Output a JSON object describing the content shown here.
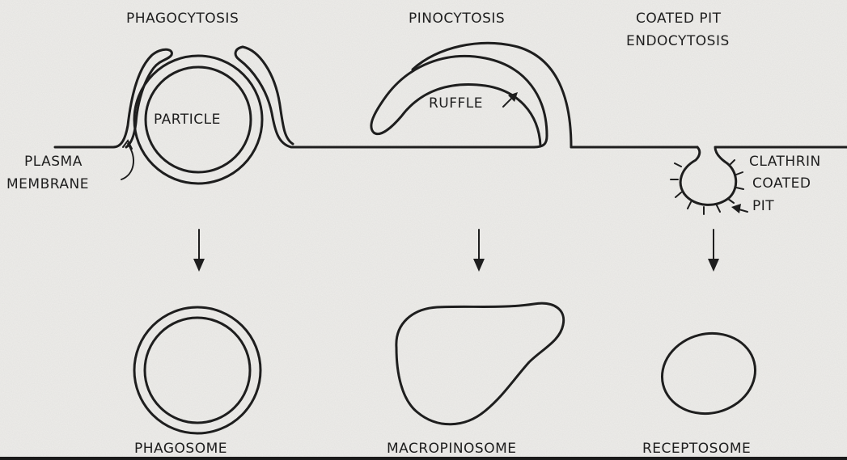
{
  "labels": {
    "phagocytosis": "PHAGOCYTOSIS",
    "pinocytosis": "PINOCYTOSIS",
    "coated_pit_line1": "COATED PIT",
    "coated_pit_line2": "ENDOCYTOSIS",
    "particle": "PARTICLE",
    "ruffle": "RUFFLE",
    "plasma_line1": "PLASMA",
    "plasma_line2": "MEMBRANE",
    "clathrin_line1": "CLATHRIN",
    "clathrin_line2": "COATED",
    "clathrin_line3": "PIT",
    "phagosome": "PHAGOSOME",
    "macropinosome": "MACROPINOSOME",
    "receptosome": "RECEPTOSOME"
  },
  "colors": {
    "ink": "#1e1e1e",
    "paper": "#ecebe8"
  }
}
